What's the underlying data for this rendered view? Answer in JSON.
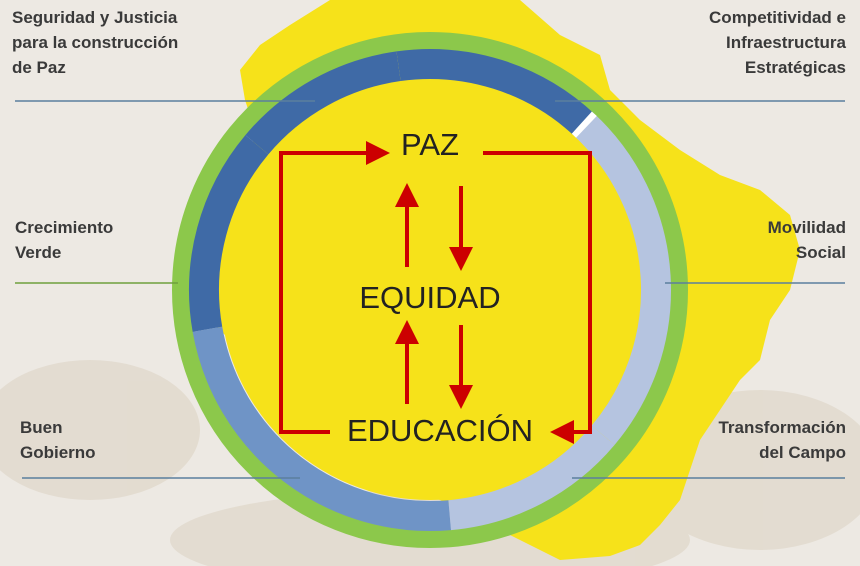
{
  "pillars": {
    "seguridad": "Seguridad y Justicia\npara la construcción\nde Paz",
    "competitividad": "Competitividad e\nInfraestructura\nEstratégicas",
    "crecimiento": "Crecimiento\nVerde",
    "movilidad": "Movilidad\nSocial",
    "buen_gobierno": "Buen\nGobierno",
    "transformacion": "Transformación\ndel Campo"
  },
  "core": {
    "top": "PAZ",
    "middle": "EQUIDAD",
    "bottom": "EDUCACIÓN"
  },
  "colors": {
    "background": "#ede9e3",
    "map_yellow": "#f6e21a",
    "ring_green": "#8cc84b",
    "dark_blue": "#3f6aa6",
    "mid_blue": "#6f94c6",
    "light_blue": "#b5c4e0",
    "arrow_red": "#cc0000"
  }
}
